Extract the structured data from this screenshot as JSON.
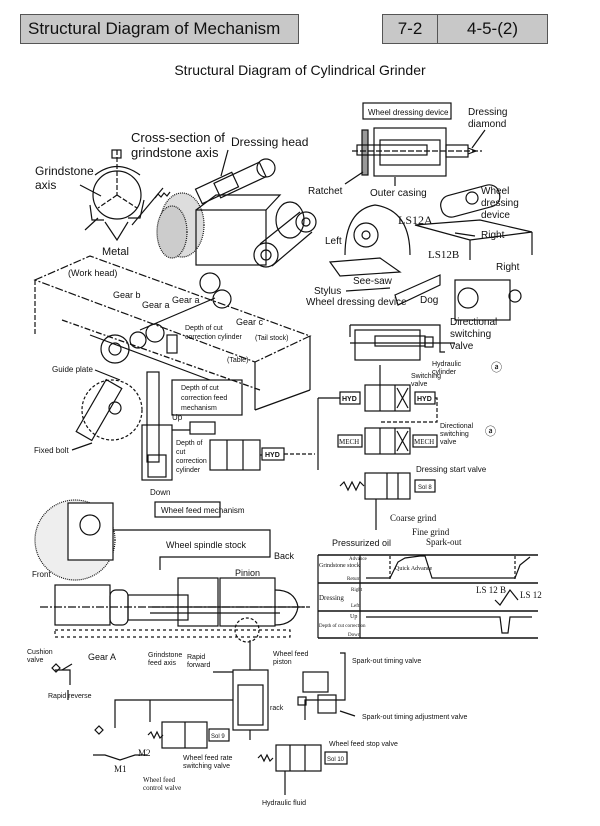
{
  "header": {
    "title": "Structural Diagram of Mechanism",
    "section": "7-2",
    "page": "4-5-(2)"
  },
  "subtitle": "Structural Diagram of Cylindrical Grinder",
  "colors": {
    "header_bg": "#c8c8c8",
    "line": "#111111"
  },
  "labels": {
    "cross_section": [
      "Cross-section of",
      "grindstone axis"
    ],
    "dressing_head": "Dressing head",
    "grindstone_axis": [
      "Grindstone",
      "axis"
    ],
    "metal": "Metal",
    "wheel_dressing_device_box": "Wheel dressing device",
    "dressing_diamond": [
      "Dressing",
      "diamond"
    ],
    "ratchet": "Ratchet",
    "outer_casing": "Outer casing",
    "wheel_dressing_device_right": [
      "Wheel",
      "dressing",
      "device"
    ],
    "ls12a": "LS12A",
    "ls12b": "LS12B",
    "left": "Left",
    "right_top": "Right",
    "right_bottom": "Right",
    "see_saw": "See-saw",
    "stylus": "Stylus",
    "wheel_dressing_device_bottom": "Wheel dressing device",
    "dog": "Dog",
    "work_head": "(Work head)",
    "gear_b": "Gear b",
    "gear_a1": "Gear a",
    "gear_a2": "Gear a",
    "gear_c": "Gear c",
    "depth_cyl": [
      "Depth of cut",
      "correction cylinder"
    ],
    "tail_stock": "(Tail stock)",
    "table": "(Table)",
    "guide_plate": "Guide plate",
    "depth_feed_mech": [
      "Depth of cut",
      "correction feed",
      "mechanism"
    ],
    "fixed_bolt": "Fixed bolt",
    "up": "Up",
    "down": "Down",
    "depth_cyl2": [
      "Depth of",
      "cut",
      "correction",
      "cylinder"
    ],
    "hyd": "HYD",
    "directional_switching_valve": [
      "Directional",
      "switching",
      "valve"
    ],
    "circle_a": "ⓐ",
    "hydraulic_cylinder": [
      "Hydraulic",
      "cylinder"
    ],
    "switching_valve": [
      "Switching",
      "valve"
    ],
    "mech": "MECH",
    "directional_switching_valve2": [
      "Directional",
      "switching",
      "valve"
    ],
    "dressing_start_valve": "Dressing start valve",
    "sol8": "Sol 8",
    "coarse_grind": "Coarse grind",
    "fine_grind": "Fine grind",
    "spark_out": "Spark-out",
    "pressurized_oil": "Pressurized oil",
    "wheel_feed_mechanism": "Wheel feed mechanism",
    "wheel_spindle_stock": "Wheel spindle stock",
    "back": "Back",
    "front": "Front",
    "pinion": "Pinion",
    "cushion_valve": [
      "Cushion",
      "valve"
    ],
    "gear_A": "Gear A",
    "grindstone_feed_axis": [
      "Grindstone",
      "feed axis"
    ],
    "rapid_forward": [
      "Rapid",
      "forward"
    ],
    "wheel_feed_piston": [
      "Wheel feed",
      "piston"
    ],
    "rapid_reverse": "Rapid reverse",
    "rack": "rack",
    "spark_out_timing_valve": "Spark-out timing valve",
    "spark_out_timing_adj": "Spark-out timing adjustment valve",
    "wheel_feed_stop_valve": "Wheel feed stop valve",
    "sol9": "Sol 9",
    "sol10": "Sol 10",
    "m1": "M1",
    "m2": "M2",
    "wheel_feed_rate_switching": [
      "Wheel feed rate",
      "switching valve"
    ],
    "wheel_feed_control": [
      "Wheel feed",
      "control walve"
    ],
    "hydraulic_fluid": "Hydraulic fluid"
  },
  "timing_chart": {
    "rows": [
      {
        "name": "Grindstone stock",
        "top": "Advance",
        "bottom": "Return"
      },
      {
        "name": "Dressing",
        "top": "Right",
        "bottom": "Left"
      },
      {
        "name": "Depth of cut correction",
        "top": "Up",
        "bottom": "Down"
      }
    ],
    "annotations": [
      "Quick Advance",
      "LS 12 B",
      "LS 12"
    ]
  }
}
